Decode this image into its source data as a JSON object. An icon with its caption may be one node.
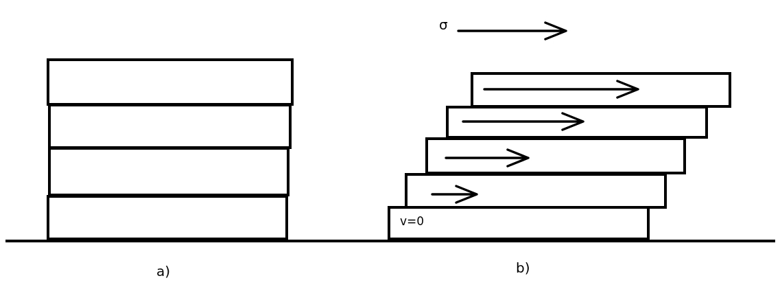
{
  "diagram": {
    "nodes": [
      {
        "text": [],
        "shape": "box"
      },
      {
        "text": [],
        "shape": "box"
      },
      {
        "text": [],
        "shape": "box"
      },
      {
        "text": [],
        "shape": "box"
      },
      {
        "text": [],
        "shape": "box"
      },
      {
        "text": [],
        "shape": "box"
      },
      {
        "text": [],
        "shape": "box"
      },
      {
        "text": [],
        "shape": "box"
      },
      {
        "text": [
          "v=0"
        ]
      }
    ],
    "labels": [
      "σ",
      "a)",
      "b)"
    ]
  }
}
